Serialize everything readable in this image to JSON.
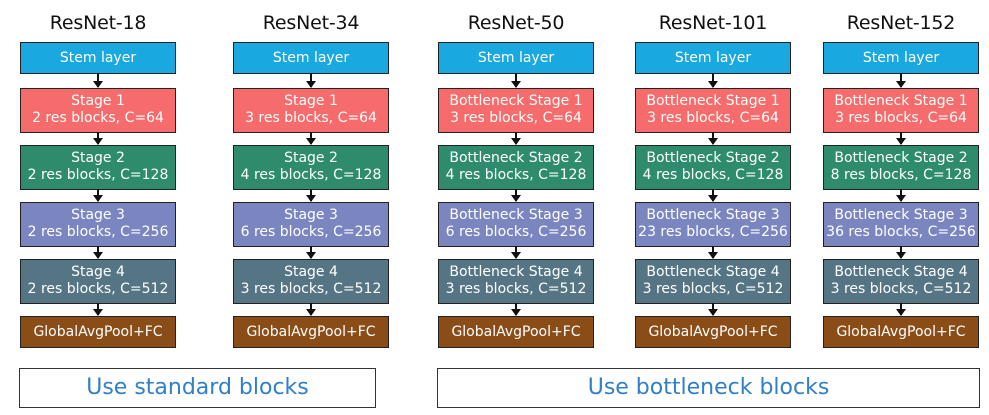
{
  "columns": [
    {
      "title": "ResNet-18",
      "stem": "Stem layer",
      "stages": [
        {
          "name": "Stage 1",
          "detail": "2 res blocks, C=64"
        },
        {
          "name": "Stage 2",
          "detail": "2 res blocks, C=128"
        },
        {
          "name": "Stage 3",
          "detail": "2 res blocks, C=256"
        },
        {
          "name": "Stage 4",
          "detail": "2 res blocks, C=512"
        }
      ],
      "head": "GlobalAvgPool+FC"
    },
    {
      "title": "ResNet-34",
      "stem": "Stem layer",
      "stages": [
        {
          "name": "Stage 1",
          "detail": "3 res blocks, C=64"
        },
        {
          "name": "Stage 2",
          "detail": "4 res blocks, C=128"
        },
        {
          "name": "Stage 3",
          "detail": "6 res blocks, C=256"
        },
        {
          "name": "Stage 4",
          "detail": "3 res blocks, C=512"
        }
      ],
      "head": "GlobalAvgPool+FC"
    },
    {
      "title": "ResNet-50",
      "stem": "Stem layer",
      "stages": [
        {
          "name": "Bottleneck Stage 1",
          "detail": "3 res blocks, C=64"
        },
        {
          "name": "Bottleneck Stage 2",
          "detail": "4 res blocks, C=128"
        },
        {
          "name": "Bottleneck Stage 3",
          "detail": "6 res blocks, C=256"
        },
        {
          "name": "Bottleneck Stage 4",
          "detail": "3 res blocks, C=512"
        }
      ],
      "head": "GlobalAvgPool+FC"
    },
    {
      "title": "ResNet-101",
      "stem": "Stem layer",
      "stages": [
        {
          "name": "Bottleneck Stage 1",
          "detail": "3 res blocks, C=64"
        },
        {
          "name": "Bottleneck Stage 2",
          "detail": "4 res blocks, C=128"
        },
        {
          "name": "Bottleneck Stage 3",
          "detail": "23 res blocks, C=256"
        },
        {
          "name": "Bottleneck Stage 4",
          "detail": "3 res blocks, C=512"
        }
      ],
      "head": "GlobalAvgPool+FC"
    },
    {
      "title": "ResNet-152",
      "stem": "Stem layer",
      "stages": [
        {
          "name": "Bottleneck Stage 1",
          "detail": "3 res blocks, C=64"
        },
        {
          "name": "Bottleneck Stage 2",
          "detail": "8 res blocks, C=128"
        },
        {
          "name": "Bottleneck Stage 3",
          "detail": "36 res blocks, C=256"
        },
        {
          "name": "Bottleneck Stage 4",
          "detail": "3 res blocks, C=512"
        }
      ],
      "head": "GlobalAvgPool+FC"
    }
  ],
  "footers": {
    "standard": "Use standard blocks",
    "bottleneck": "Use bottleneck blocks"
  },
  "colors": {
    "stem": "#1aa8e0",
    "stage1": "#f66b6b",
    "stage2": "#2e8b6c",
    "stage3": "#7b86c0",
    "stage4": "#557585",
    "head": "#8a4d17",
    "footer_text": "#2f7fcb"
  }
}
